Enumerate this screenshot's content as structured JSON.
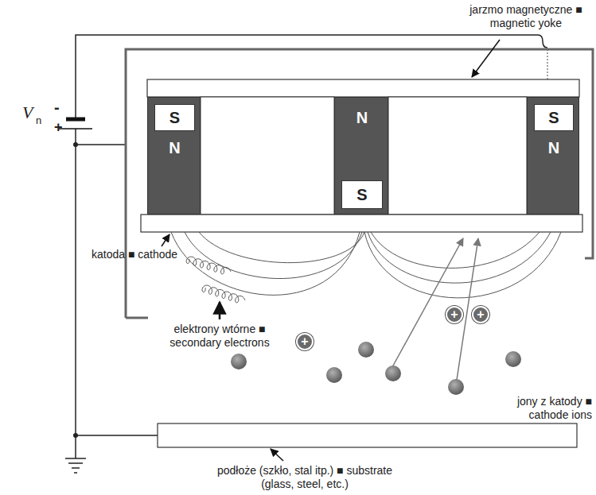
{
  "diagram": {
    "nodes": [
      {
        "text": [
          "S",
          "N"
        ]
      },
      {
        "text": [
          "N",
          "S"
        ]
      },
      {
        "text": [
          "S",
          "N"
        ]
      },
      {
        "text": [
          "+"
        ]
      },
      {
        "text": [
          "+"
        ]
      },
      {
        "text": [
          "+"
        ]
      }
    ],
    "labels": [
      "V",
      "n",
      "-",
      "+",
      "jarzmo magnetyczne ■ magnetic yoke",
      "katoda ■ cathode",
      "elektrony wtórne ■ secondary electrons",
      "jony z katody ■ cathode ions",
      "podłoże (szkło, stal itp.) ■ substrate (glass, steel, etc.)"
    ]
  }
}
